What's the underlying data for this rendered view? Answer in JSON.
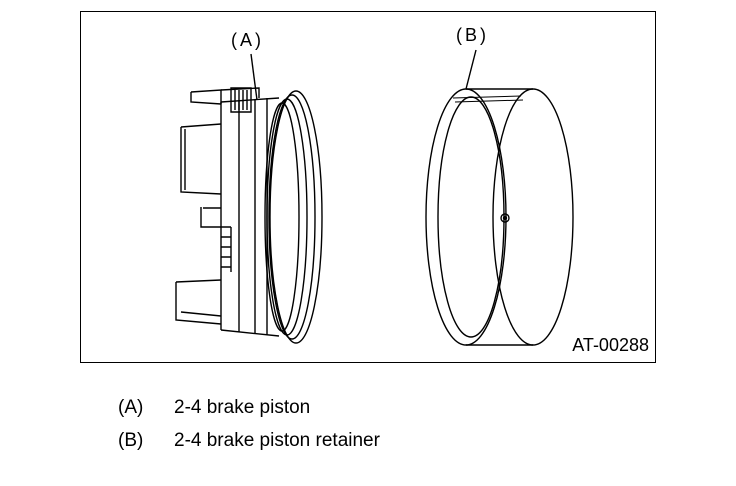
{
  "figure": {
    "id_label": "AT-00288",
    "callouts": [
      {
        "key": "A",
        "text": "(A)"
      },
      {
        "key": "B",
        "text": "(B)"
      }
    ]
  },
  "legend": [
    {
      "key": "(A)",
      "text": "2-4 brake piston"
    },
    {
      "key": "(B)",
      "text": "2-4 brake piston retainer"
    }
  ]
}
